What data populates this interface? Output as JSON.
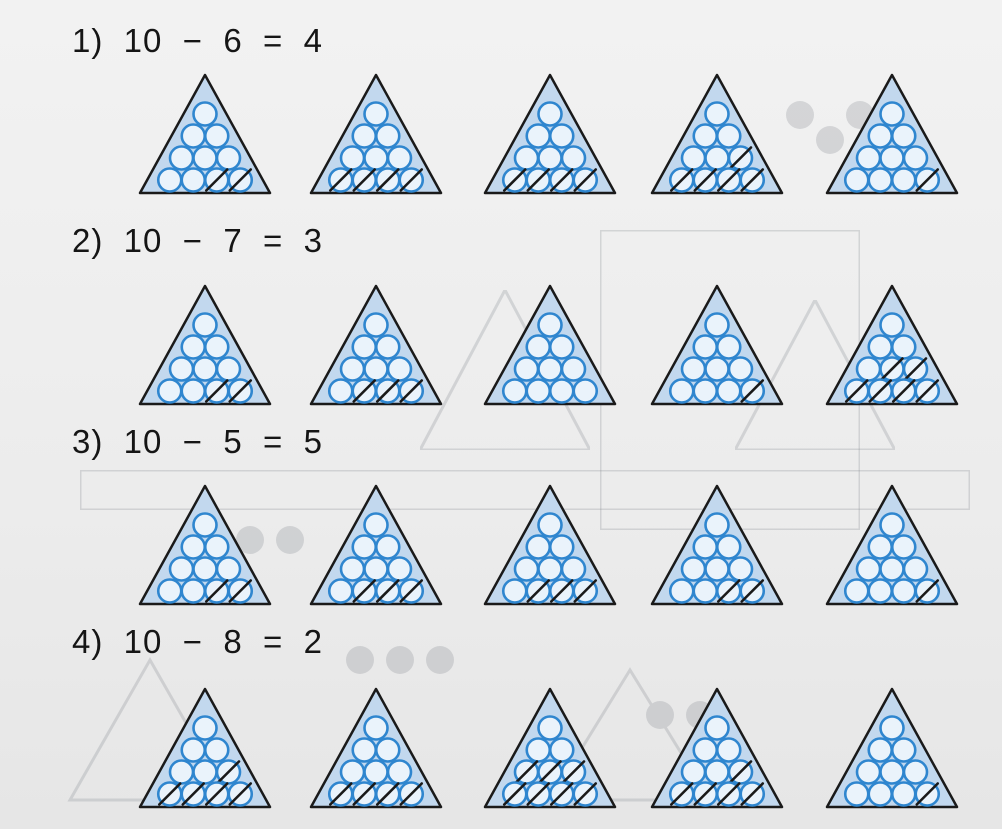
{
  "exercises": [
    {
      "equation": "1)  10  −  6  =  4",
      "minuend": 10,
      "subtrahend": 6,
      "difference": 4,
      "triangles_crossed": [
        2,
        4,
        4,
        5,
        1
      ]
    },
    {
      "equation": "2)  10  −  7  =  3",
      "minuend": 10,
      "subtrahend": 7,
      "difference": 3,
      "triangles_crossed": [
        2,
        3,
        0,
        1,
        6
      ]
    },
    {
      "equation": "3)  10  −  5  =  5",
      "minuend": 10,
      "subtrahend": 5,
      "difference": 5,
      "triangles_crossed": [
        2,
        3,
        3,
        2,
        1
      ]
    },
    {
      "equation": "4)  10  −  8  =  2",
      "minuend": 10,
      "subtrahend": 8,
      "difference": 2,
      "triangles_crossed": [
        5,
        4,
        7,
        5,
        1
      ]
    }
  ],
  "colors": {
    "triangle_fill": "#c2d8ee",
    "triangle_stroke": "#1a1a1a",
    "circle_stroke": "#2f86cf",
    "circle_fill": "#eaf3fb",
    "cross_stroke": "#1a1a1a",
    "text": "#151515"
  }
}
